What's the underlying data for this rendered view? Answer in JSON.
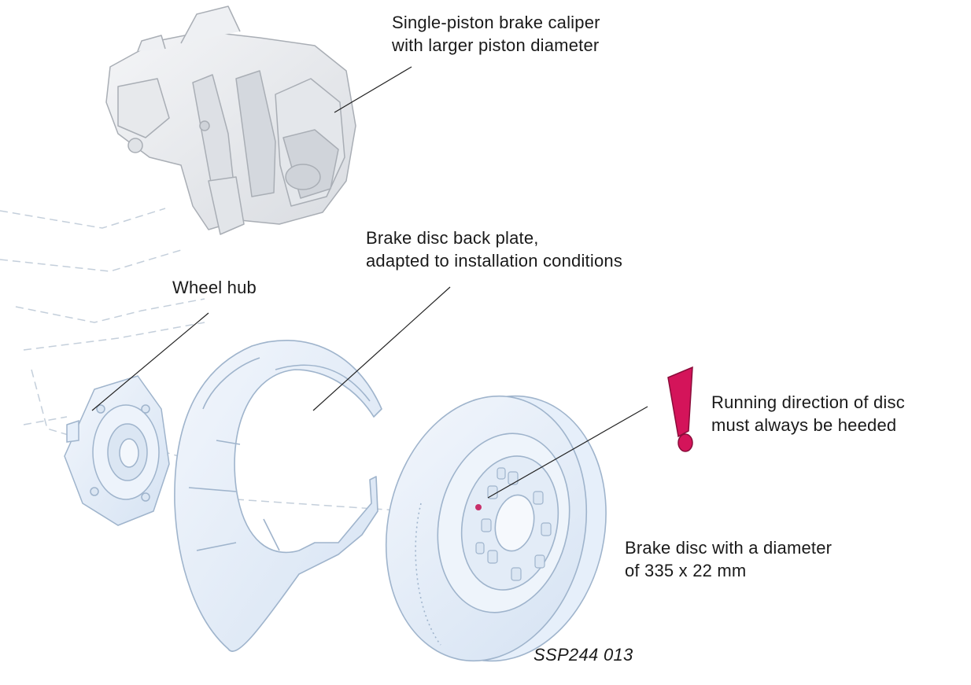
{
  "labels": {
    "caliper": [
      "Single-piston brake caliper",
      "with larger piston diameter"
    ],
    "back_plate": [
      "Brake disc back plate,",
      "adapted to installation conditions"
    ],
    "wheel_hub": "Wheel hub",
    "warning": [
      "Running direction of disc",
      "must always be heeded"
    ],
    "disc": [
      "Brake disc with a diameter",
      "of 335 x 22 mm"
    ]
  },
  "figure_id": "SSP244  013",
  "colors": {
    "part_fill": "#e6effa",
    "part_stroke": "#9fb4cc",
    "caliper_fill": "#e9ebee",
    "caliper_stroke": "#a9aeb5",
    "warning": "#d4145a",
    "leader": "#222222",
    "ghost_line": "#c4cfdb"
  },
  "icons": {
    "warning": "exclamation-mark-icon"
  }
}
